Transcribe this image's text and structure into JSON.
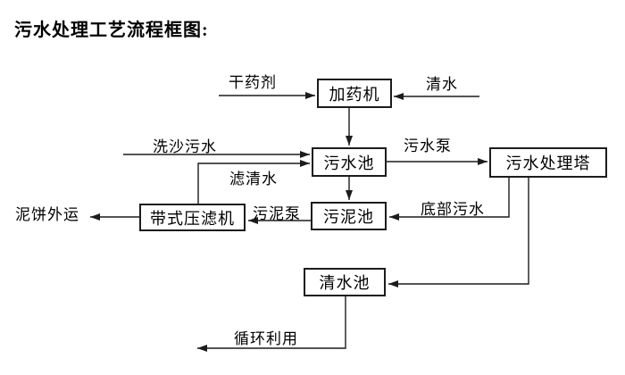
{
  "title": "污水处理工艺流程框图:",
  "nodes": {
    "dosing_machine": {
      "label": "加药机"
    },
    "sewage_pool": {
      "label": "污水池"
    },
    "treatment_tower": {
      "label": "污水处理塔"
    },
    "sludge_pool": {
      "label": "污泥池"
    },
    "belt_filter_press": {
      "label": "带式压滤机"
    },
    "clean_water_pool": {
      "label": "清水池"
    }
  },
  "edge_labels": {
    "dry_agent": "干药剂",
    "clean_water": "清水",
    "sand_washing_sewage": "洗沙污水",
    "sewage_pump": "污水泵",
    "filtered_water": "滤清水",
    "sludge_pump": "污泥泵",
    "bottom_sewage": "底部污水",
    "mud_cake_out": "泥饼外运",
    "recycle": "循环利用"
  },
  "flow": [
    {
      "from": "干药剂(外部)",
      "to": "加药机",
      "label": "干药剂"
    },
    {
      "from": "清水(外部)",
      "to": "加药机",
      "label": "清水"
    },
    {
      "from": "加药机",
      "to": "污水池",
      "label": ""
    },
    {
      "from": "洗沙污水(外部)",
      "to": "污水池",
      "label": "洗沙污水"
    },
    {
      "from": "带式压滤机",
      "to": "污水池",
      "label": "滤清水"
    },
    {
      "from": "污水池",
      "to": "污水处理塔",
      "label": "污水泵"
    },
    {
      "from": "污水池",
      "to": "污泥池",
      "label": ""
    },
    {
      "from": "污水处理塔",
      "to": "污泥池",
      "label": "底部污水"
    },
    {
      "from": "污泥池",
      "to": "带式压滤机",
      "label": "污泥泵"
    },
    {
      "from": "带式压滤机",
      "to": "外运",
      "label": "泥饼外运"
    },
    {
      "from": "污水处理塔",
      "to": "清水池",
      "label": ""
    },
    {
      "from": "清水池",
      "to": "回用",
      "label": "循环利用"
    }
  ],
  "colors": {
    "background": "#ffffff",
    "line": "#1c1c1c",
    "box_border": "#1c1c1c",
    "text": "#000000"
  }
}
